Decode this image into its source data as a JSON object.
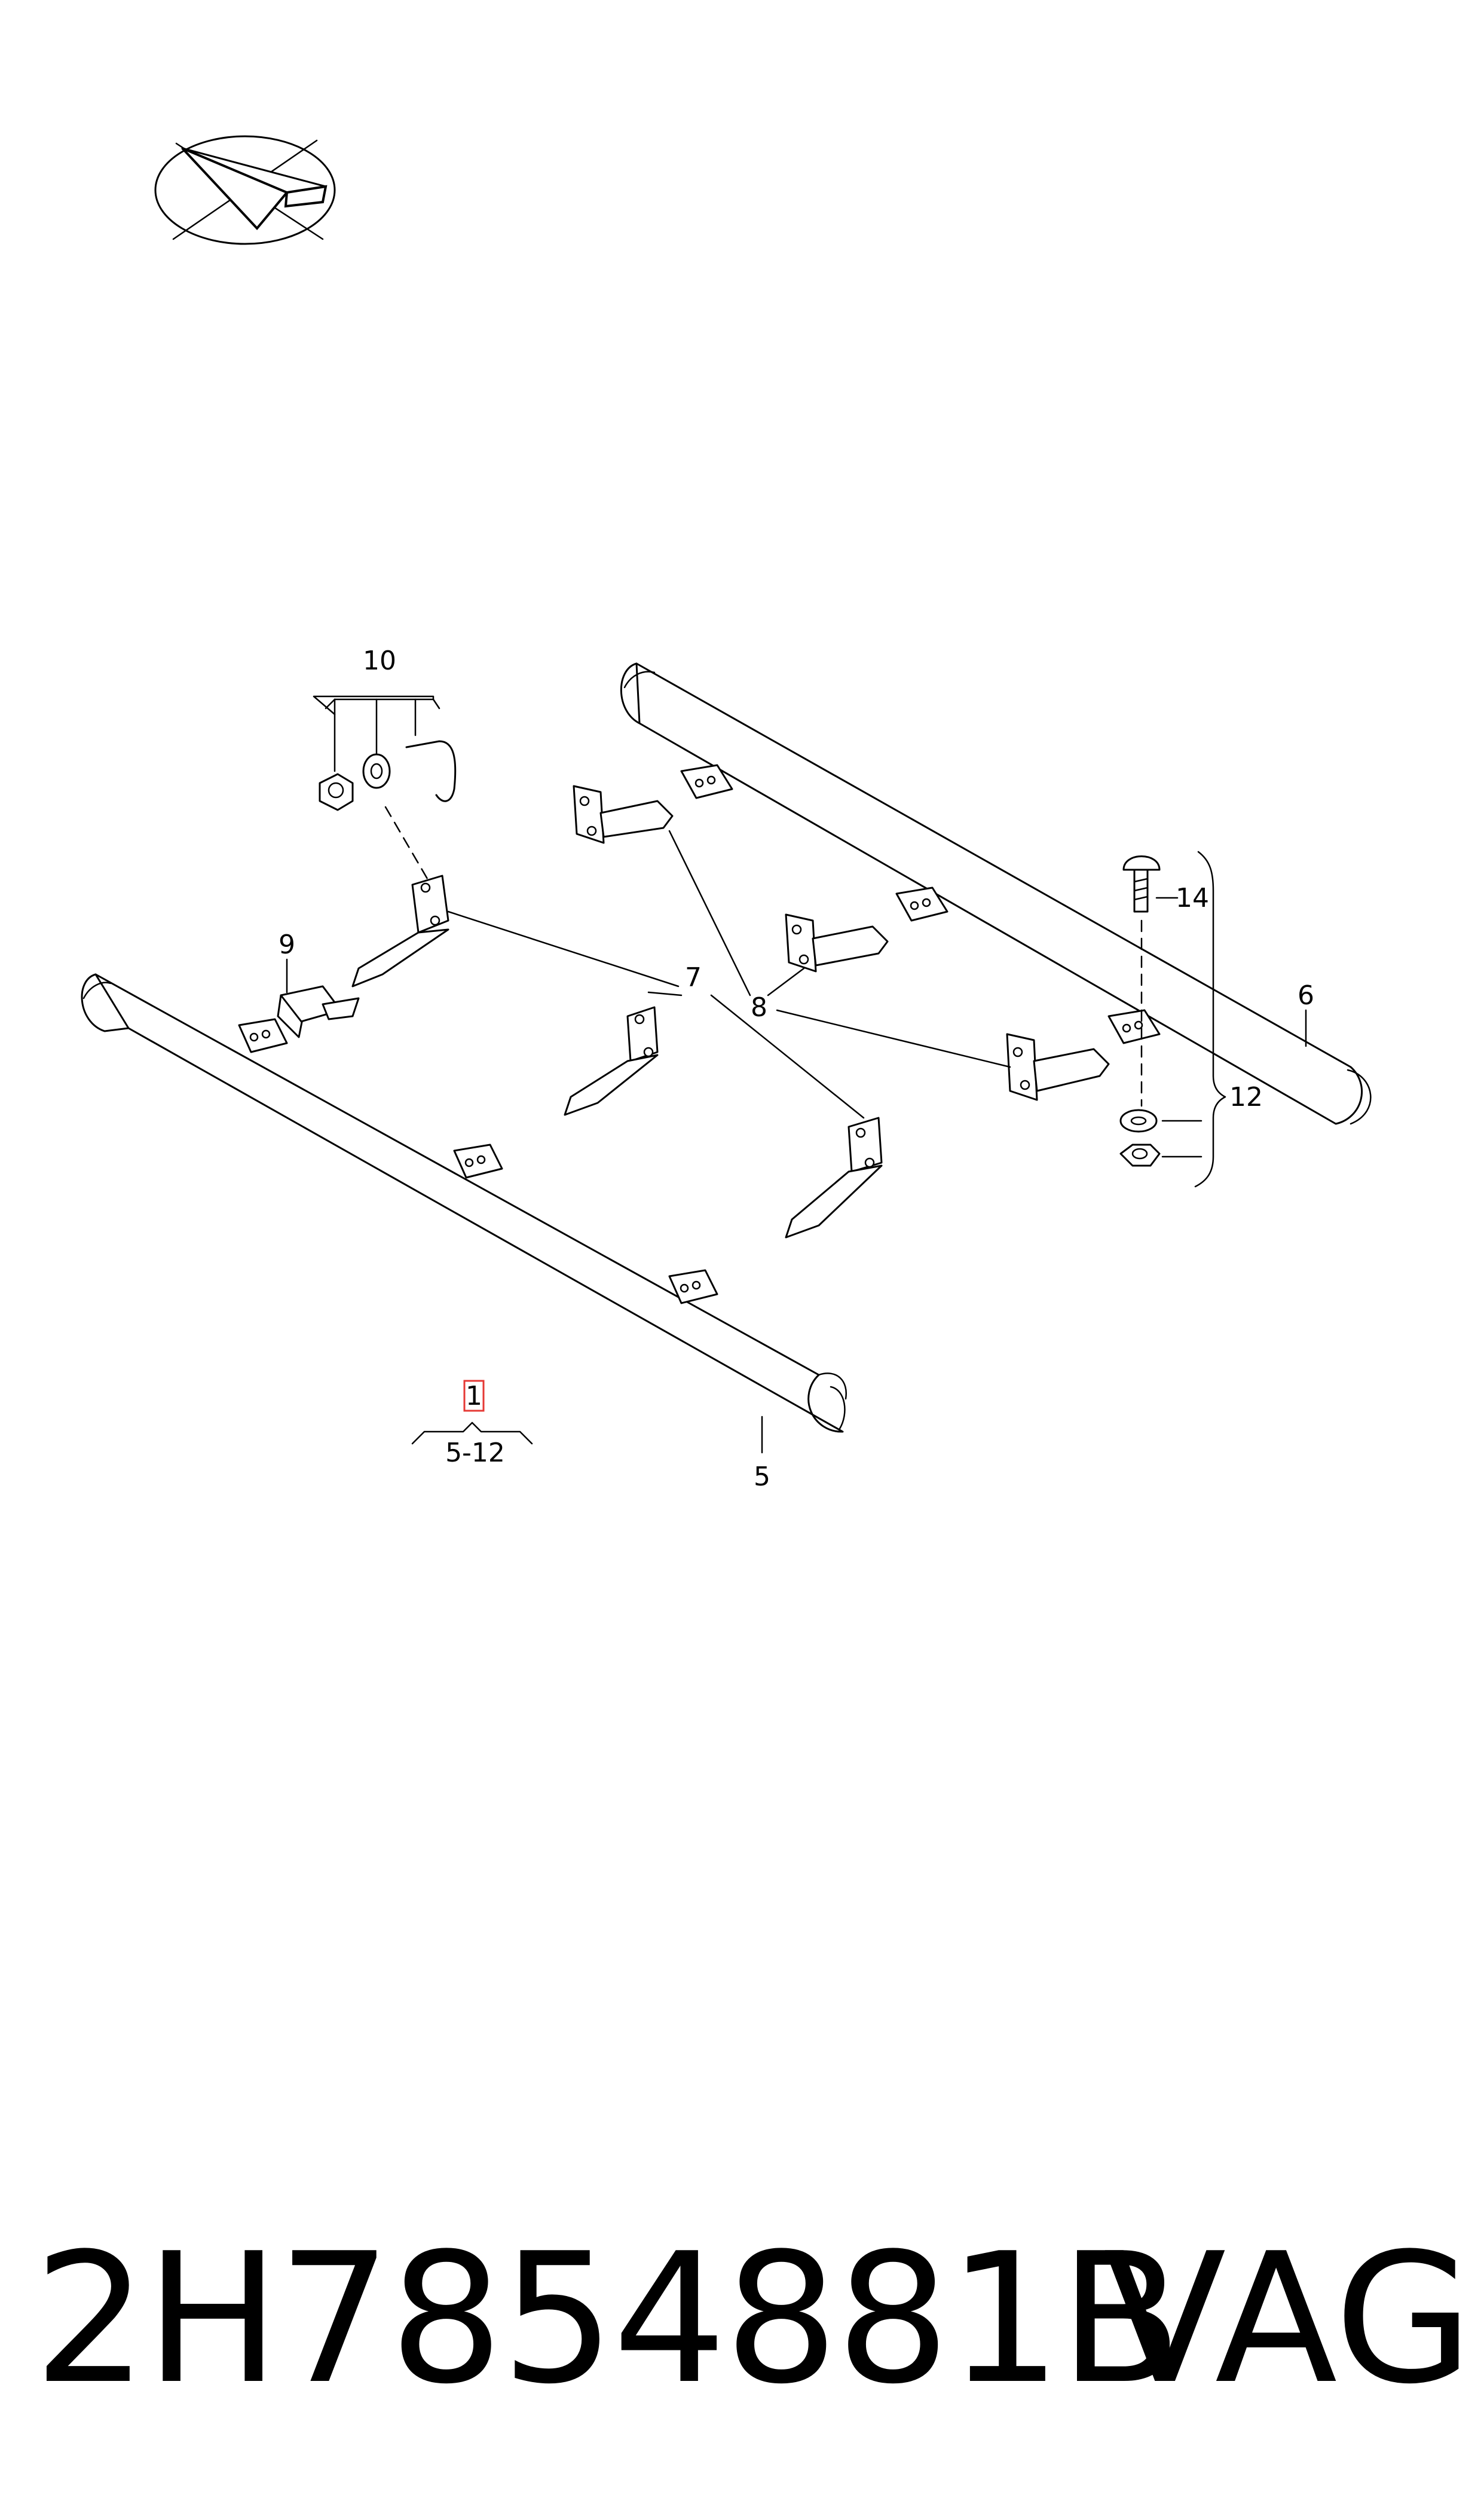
{
  "diagram": {
    "labels": {
      "item_1": "1",
      "range_5_12": "5-12",
      "item_5": "5",
      "item_6": "6",
      "item_7": "7",
      "item_8": "8",
      "item_9": "9",
      "item_10": "10",
      "item_12": "12",
      "item_14": "14"
    },
    "highlight_color": "#e53935"
  },
  "footer": {
    "part_number": "2H7854881B",
    "brand": "VAG"
  }
}
